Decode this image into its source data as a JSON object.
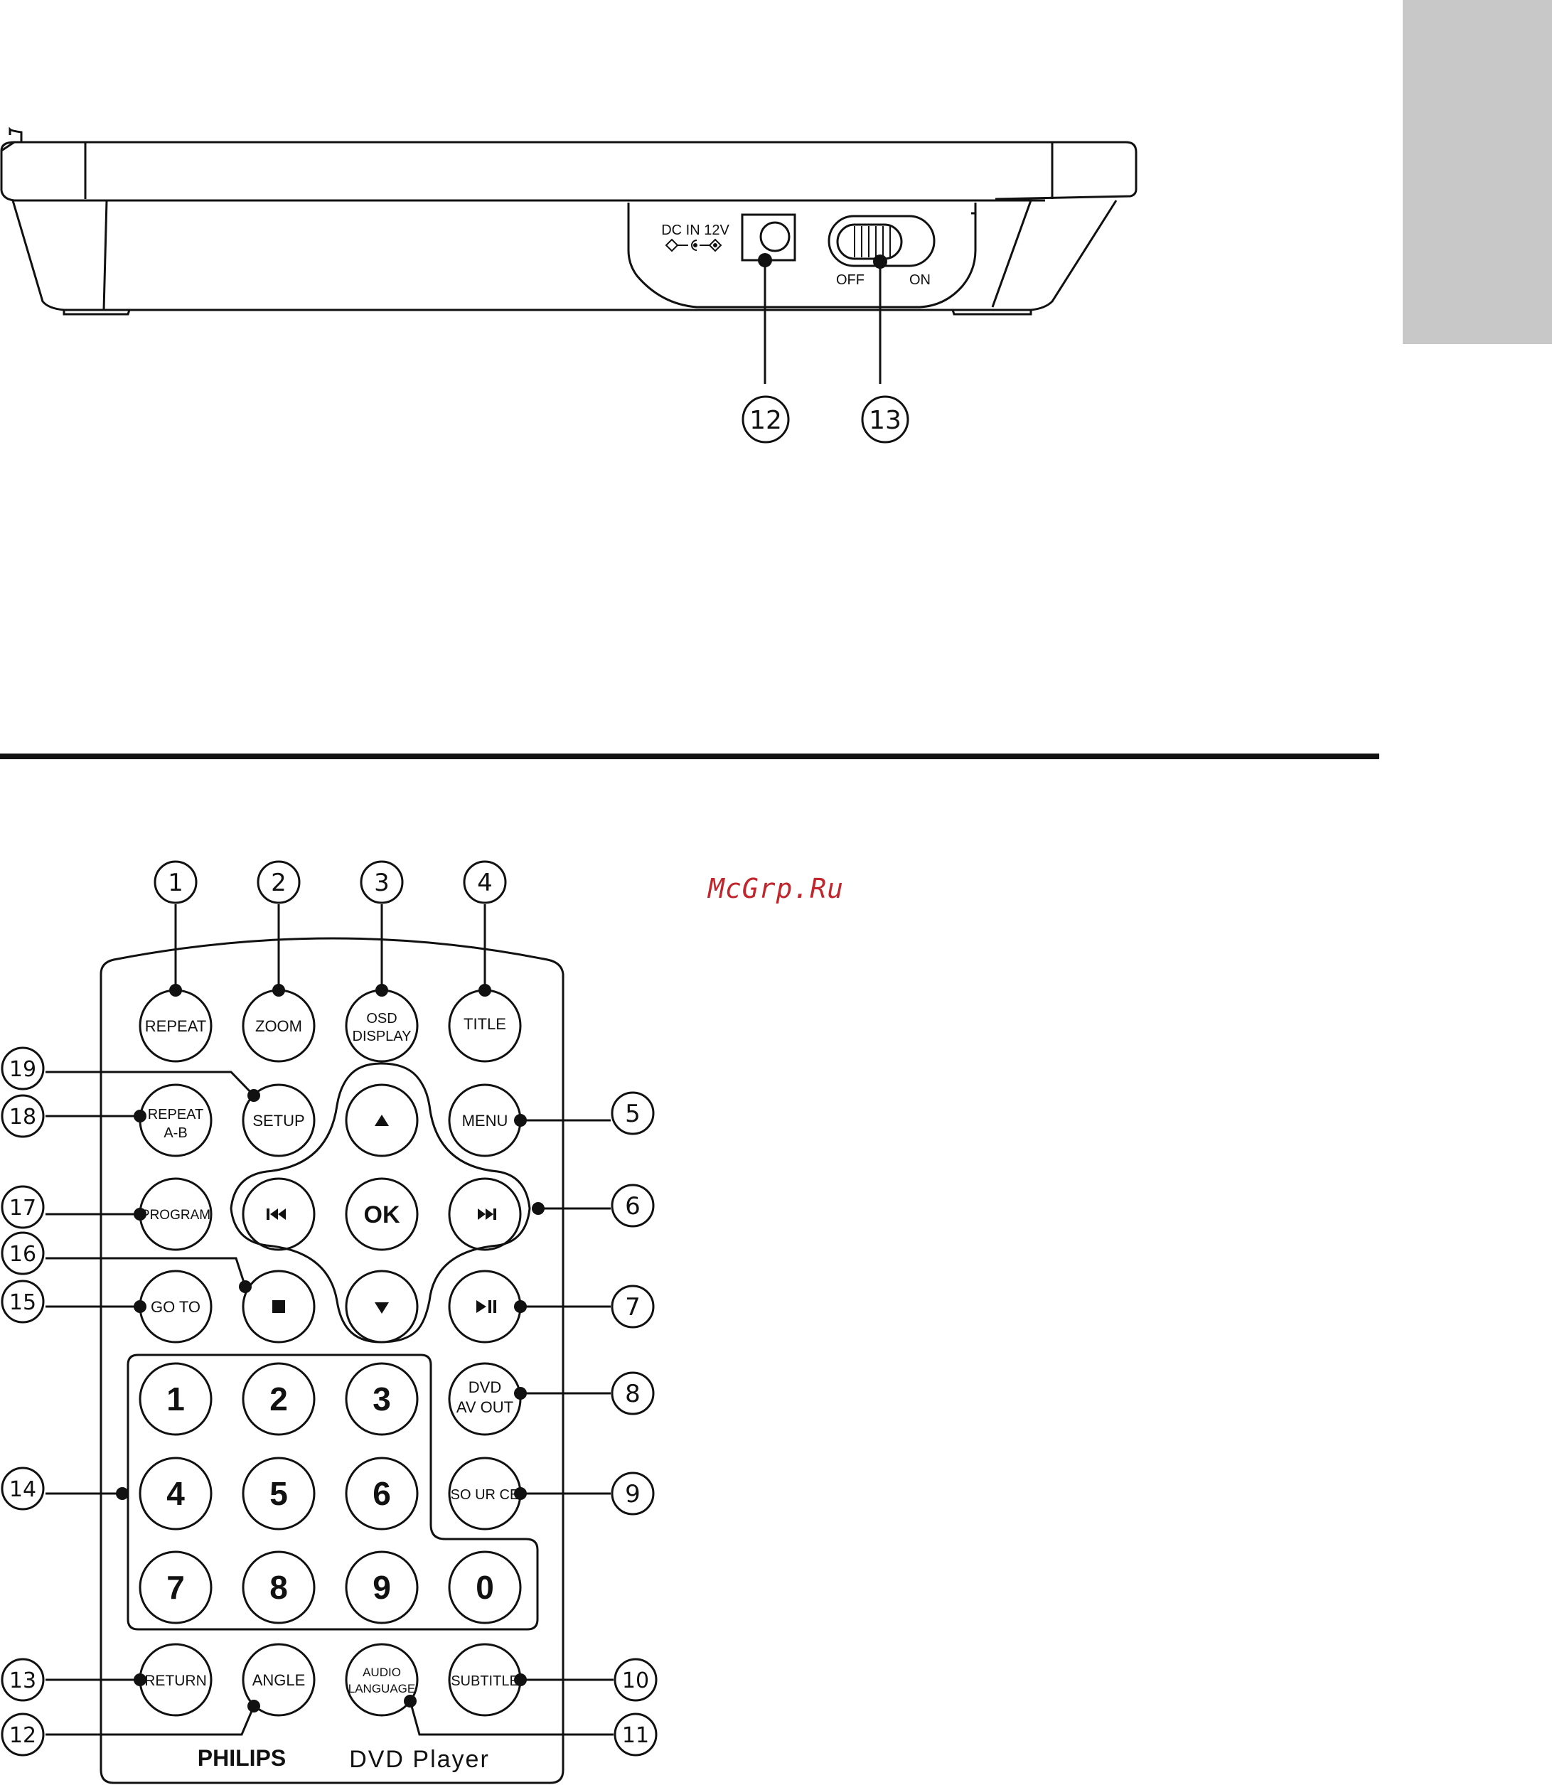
{
  "watermark": "McGrp.Ru",
  "side_panel": {
    "dc_in_label": "DC IN 12V",
    "switch_off": "OFF",
    "switch_on": "ON",
    "callouts": [
      "12",
      "13"
    ]
  },
  "remote": {
    "brand": "PHILIPS",
    "model": "DVD Player",
    "buttons": {
      "repeat": "REPEAT",
      "zoom": "ZOOM",
      "osd_1": "OSD",
      "osd_2": "DISPLAY",
      "title": "TITLE",
      "repeat_ab_1": "REPEAT",
      "repeat_ab_2": "A-B",
      "setup": "SETUP",
      "menu": "MENU",
      "program": "PROGRAM",
      "ok": "OK",
      "goto": "GO TO",
      "dvd_av_1": "DVD",
      "dvd_av_2": "AV OUT",
      "source": "SO UR CE",
      "return": "RETURN",
      "angle": "ANGLE",
      "audio_1": "AUDIO",
      "audio_2": "LANGUAGE",
      "subtitle": "SUBTITLE"
    },
    "digits": [
      "1",
      "2",
      "3",
      "4",
      "5",
      "6",
      "7",
      "8",
      "9",
      "0"
    ],
    "callouts": {
      "c1": "1",
      "c2": "2",
      "c3": "3",
      "c4": "4",
      "c5": "5",
      "c6": "6",
      "c7": "7",
      "c8": "8",
      "c9": "9",
      "c10": "10",
      "c11": "11",
      "c12": "12",
      "c13": "13",
      "c14": "14",
      "c15": "15",
      "c16": "16",
      "c17": "17",
      "c18": "18",
      "c19": "19"
    }
  }
}
